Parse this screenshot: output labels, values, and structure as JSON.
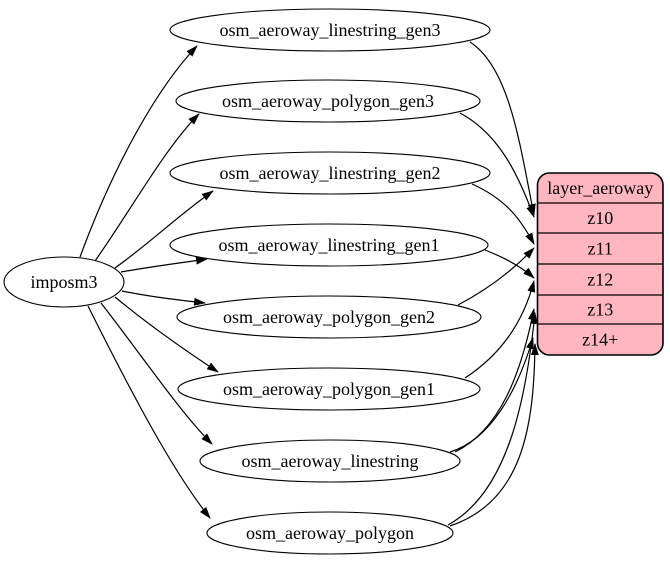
{
  "diagram": {
    "type": "graphviz-digraph",
    "background_color": "#ffffff",
    "node_fill": "#ffffff",
    "node_stroke": "#000000",
    "edge_color": "#000000",
    "font_color": "#000000",
    "source_node": {
      "id": "imposm3",
      "label": "imposm3"
    },
    "table_nodes": [
      {
        "id": "osm_aeroway_linestring_gen3",
        "label": "osm_aeroway_linestring_gen3"
      },
      {
        "id": "osm_aeroway_polygon_gen3",
        "label": "osm_aeroway_polygon_gen3"
      },
      {
        "id": "osm_aeroway_linestring_gen2",
        "label": "osm_aeroway_linestring_gen2"
      },
      {
        "id": "osm_aeroway_linestring_gen1",
        "label": "osm_aeroway_linestring_gen1"
      },
      {
        "id": "osm_aeroway_polygon_gen2",
        "label": "osm_aeroway_polygon_gen2"
      },
      {
        "id": "osm_aeroway_polygon_gen1",
        "label": "osm_aeroway_polygon_gen1"
      },
      {
        "id": "osm_aeroway_linestring",
        "label": "osm_aeroway_linestring"
      },
      {
        "id": "osm_aeroway_polygon",
        "label": "osm_aeroway_polygon"
      }
    ],
    "layer_node": {
      "id": "layer_aeroway",
      "title": "layer_aeroway",
      "fill": "#ffb6c1",
      "stroke": "#000000",
      "rows": [
        {
          "id": "z10",
          "label": "z10"
        },
        {
          "id": "z11",
          "label": "z11"
        },
        {
          "id": "z12",
          "label": "z12"
        },
        {
          "id": "z13",
          "label": "z13"
        },
        {
          "id": "z14",
          "label": "z14+"
        }
      ]
    },
    "edges": [
      {
        "from": "imposm3",
        "to": "osm_aeroway_linestring_gen3"
      },
      {
        "from": "imposm3",
        "to": "osm_aeroway_polygon_gen3"
      },
      {
        "from": "imposm3",
        "to": "osm_aeroway_linestring_gen2"
      },
      {
        "from": "imposm3",
        "to": "osm_aeroway_linestring_gen1"
      },
      {
        "from": "imposm3",
        "to": "osm_aeroway_polygon_gen2"
      },
      {
        "from": "imposm3",
        "to": "osm_aeroway_polygon_gen1"
      },
      {
        "from": "imposm3",
        "to": "osm_aeroway_linestring"
      },
      {
        "from": "imposm3",
        "to": "osm_aeroway_polygon"
      },
      {
        "from": "osm_aeroway_linestring_gen3",
        "to": "layer_aeroway:z10"
      },
      {
        "from": "osm_aeroway_polygon_gen3",
        "to": "layer_aeroway:z10"
      },
      {
        "from": "osm_aeroway_linestring_gen2",
        "to": "layer_aeroway:z11"
      },
      {
        "from": "osm_aeroway_polygon_gen2",
        "to": "layer_aeroway:z11"
      },
      {
        "from": "osm_aeroway_linestring_gen1",
        "to": "layer_aeroway:z12"
      },
      {
        "from": "osm_aeroway_polygon_gen1",
        "to": "layer_aeroway:z12"
      },
      {
        "from": "osm_aeroway_linestring",
        "to": "layer_aeroway:z13"
      },
      {
        "from": "osm_aeroway_linestring",
        "to": "layer_aeroway:z14"
      },
      {
        "from": "osm_aeroway_polygon",
        "to": "layer_aeroway:z13"
      },
      {
        "from": "osm_aeroway_polygon",
        "to": "layer_aeroway:z14"
      }
    ]
  }
}
